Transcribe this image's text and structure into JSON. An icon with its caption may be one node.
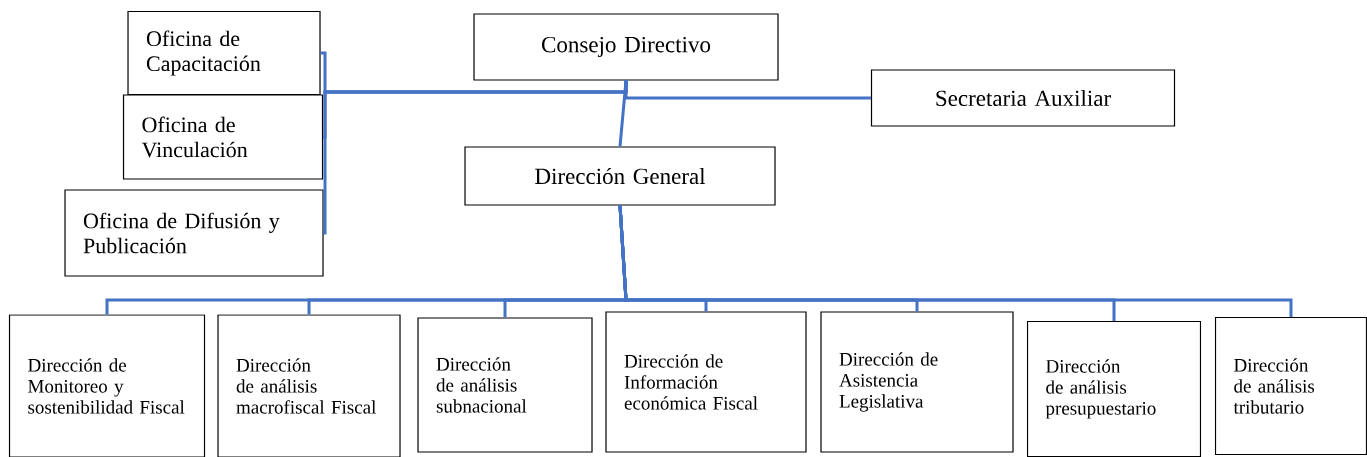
{
  "diagram": {
    "nodes": [
      {
        "text": [
          "Oficina de Capacitación"
        ]
      },
      {
        "text": [
          "Oficina de Vinculación"
        ]
      },
      {
        "text": [
          "Oficina de Difusión y Publicación"
        ]
      },
      {
        "text": [
          "Consejo Directivo"
        ]
      },
      {
        "text": [
          "Secretaria Auxiliar"
        ]
      },
      {
        "text": [
          "Dirección General"
        ]
      },
      {
        "text": [
          "Dirección de Monitoreo y sostenibilidad Fiscal"
        ]
      },
      {
        "text": [
          "Dirección de análisis macrofiscal Fiscal"
        ]
      },
      {
        "text": [
          "Dirección de análisis subnacional"
        ]
      },
      {
        "text": [
          "Dirección de Información económica Fiscal"
        ]
      },
      {
        "text": [
          "Dirección de Asistencia Legislativa"
        ]
      },
      {
        "text": [
          "Dirección de análisis presupuestario"
        ]
      },
      {
        "text": [
          "Dirección de análisis tributario"
        ]
      }
    ],
    "edges": [
      {
        "from": 3,
        "to": 0,
        "arrow": "none"
      },
      {
        "from": 3,
        "to": 1,
        "arrow": "none"
      },
      {
        "from": 3,
        "to": 2,
        "arrow": "none"
      },
      {
        "from": 3,
        "to": 4,
        "arrow": "none"
      },
      {
        "from": 3,
        "to": 5,
        "arrow": "none"
      },
      {
        "from": 5,
        "to": 6,
        "arrow": "none"
      },
      {
        "from": 5,
        "to": 7,
        "arrow": "none"
      },
      {
        "from": 5,
        "to": 8,
        "arrow": "none"
      },
      {
        "from": 5,
        "to": 9,
        "arrow": "none"
      },
      {
        "from": 5,
        "to": 10,
        "arrow": "none"
      },
      {
        "from": 5,
        "to": 11,
        "arrow": "none"
      },
      {
        "from": 5,
        "to": 12,
        "arrow": "none"
      }
    ]
  }
}
